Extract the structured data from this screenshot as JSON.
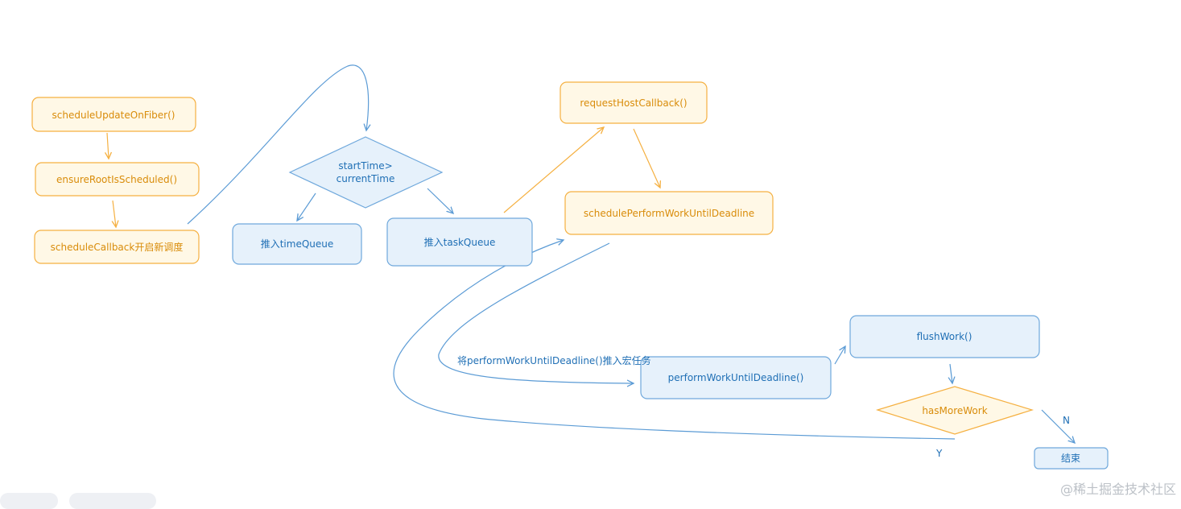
{
  "nodes": {
    "schedule_update": "scheduleUpdateOnFiber()",
    "ensure_root": "ensureRootIsScheduled()",
    "schedule_callback": "scheduleCallback开启新调度",
    "decision_start_line1": "startTime>",
    "decision_start_line2": "currentTime",
    "push_time_queue": "推入timeQueue",
    "push_task_queue": "推入taskQueue",
    "request_host_callback": "requestHostCallback()",
    "schedule_perform": "schedulePerformWorkUntilDeadline",
    "perform_work": "performWorkUntilDeadline()",
    "flush_work": "flushWork()",
    "has_more_work": "hasMoreWork",
    "end": "结束"
  },
  "edge_labels": {
    "push_macro_task": "将performWorkUntilDeadline()推入宏任务",
    "yes": "Y",
    "no": "N"
  },
  "watermark": "@稀土掘金技术社区",
  "colors": {
    "orange_stroke": "#f5b041",
    "orange_fill": "#fff8e6",
    "orange_text": "#d98c0a",
    "blue_stroke": "#6fa8dc",
    "blue_fill": "#e6f1fb",
    "blue_text": "#1f6fb5"
  }
}
